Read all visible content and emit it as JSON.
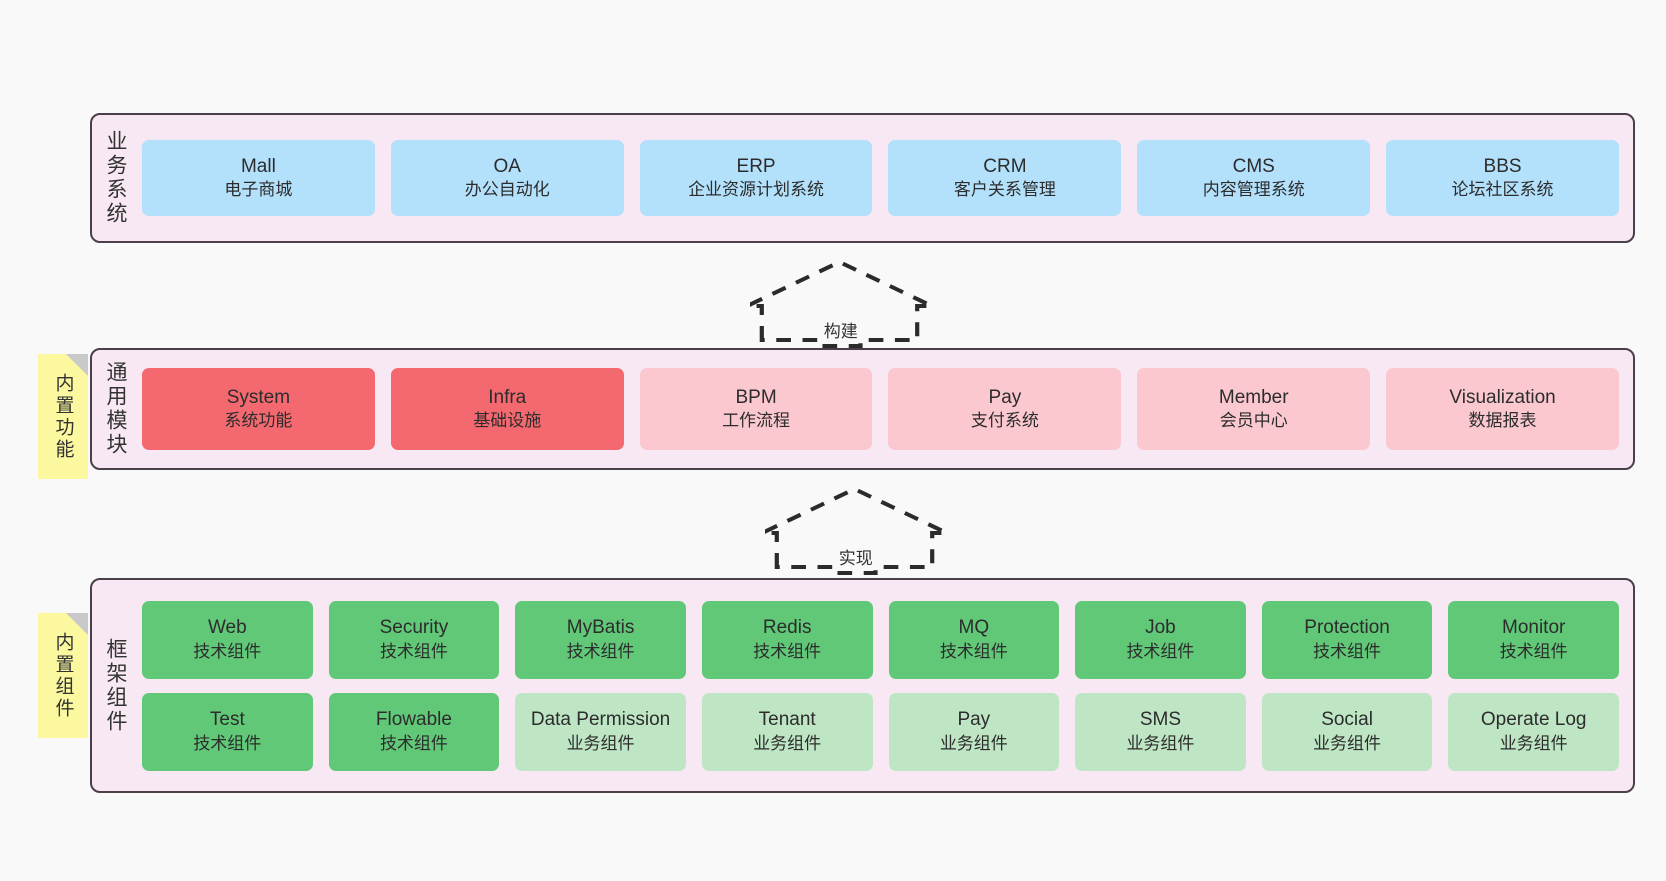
{
  "diagram": {
    "background_color": "#f9f9f9",
    "layers": [
      {
        "id": "business-systems",
        "title": "业务系统",
        "band_color": "#f7e8f3",
        "border_color": "#4a3f4a",
        "rows": [
          {
            "style": "biz",
            "boxes": [
              {
                "name": "Mall",
                "desc": "电子商城",
                "color": "#b3e0fb"
              },
              {
                "name": "OA",
                "desc": "办公自动化",
                "color": "#b3e0fb"
              },
              {
                "name": "ERP",
                "desc": "企业资源计划系统",
                "color": "#b3e0fb"
              },
              {
                "name": "CRM",
                "desc": "客户关系管理",
                "color": "#b3e0fb"
              },
              {
                "name": "CMS",
                "desc": "内容管理系统",
                "color": "#b3e0fb"
              },
              {
                "name": "BBS",
                "desc": "论坛社区系统",
                "color": "#b3e0fb"
              }
            ]
          }
        ]
      },
      {
        "id": "common-modules",
        "title": "通用模块",
        "band_color": "#f7e8f3",
        "border_color": "#4a3f4a",
        "note": "内置功能",
        "rows": [
          {
            "boxes": [
              {
                "name": "System",
                "desc": "系统功能",
                "style": "mod-str",
                "color": "#f4696f"
              },
              {
                "name": "Infra",
                "desc": "基础设施",
                "style": "mod-str",
                "color": "#f4696f"
              },
              {
                "name": "BPM",
                "desc": "工作流程",
                "style": "mod-soft",
                "color": "#fbc8d0"
              },
              {
                "name": "Pay",
                "desc": "支付系统",
                "style": "mod-soft",
                "color": "#fbc8d0"
              },
              {
                "name": "Member",
                "desc": "会员中心",
                "style": "mod-soft",
                "color": "#fbc8d0"
              },
              {
                "name": "Visualization",
                "desc": "数据报表",
                "style": "mod-soft",
                "color": "#fbc8d0"
              }
            ]
          }
        ]
      },
      {
        "id": "framework-components",
        "title": "框架组件",
        "band_color": "#f7e8f3",
        "border_color": "#4a3f4a",
        "note": "内置组件",
        "rows": [
          {
            "boxes": [
              {
                "name": "Web",
                "desc": "技术组件",
                "style": "cmp-str",
                "color": "#61c878"
              },
              {
                "name": "Security",
                "desc": "技术组件",
                "style": "cmp-str",
                "color": "#61c878"
              },
              {
                "name": "MyBatis",
                "desc": "技术组件",
                "style": "cmp-str",
                "color": "#61c878"
              },
              {
                "name": "Redis",
                "desc": "技术组件",
                "style": "cmp-str",
                "color": "#61c878"
              },
              {
                "name": "MQ",
                "desc": "技术组件",
                "style": "cmp-str",
                "color": "#61c878"
              },
              {
                "name": "Job",
                "desc": "技术组件",
                "style": "cmp-str",
                "color": "#61c878"
              },
              {
                "name": "Protection",
                "desc": "技术组件",
                "style": "cmp-str",
                "color": "#61c878"
              },
              {
                "name": "Monitor",
                "desc": "技术组件",
                "style": "cmp-str",
                "color": "#61c878"
              }
            ]
          },
          {
            "boxes": [
              {
                "name": "Test",
                "desc": "技术组件",
                "style": "cmp-str",
                "color": "#61c878"
              },
              {
                "name": "Flowable",
                "desc": "技术组件",
                "style": "cmp-str",
                "color": "#61c878"
              },
              {
                "name": "Data Permission",
                "desc": "业务组件",
                "style": "cmp-soft",
                "color": "#bfe6c4"
              },
              {
                "name": "Tenant",
                "desc": "业务组件",
                "style": "cmp-soft",
                "color": "#bfe6c4"
              },
              {
                "name": "Pay",
                "desc": "业务组件",
                "style": "cmp-soft",
                "color": "#bfe6c4"
              },
              {
                "name": "SMS",
                "desc": "业务组件",
                "style": "cmp-soft",
                "color": "#bfe6c4"
              },
              {
                "name": "Social",
                "desc": "业务组件",
                "style": "cmp-soft",
                "color": "#bfe6c4"
              },
              {
                "name": "Operate Log",
                "desc": "业务组件",
                "style": "cmp-soft",
                "color": "#bfe6c4"
              }
            ]
          }
        ]
      }
    ],
    "arrows": [
      {
        "id": "build-arrow",
        "label": "构建",
        "direction": "up"
      },
      {
        "id": "implement-arrow",
        "label": "实现",
        "direction": "up"
      }
    ]
  }
}
